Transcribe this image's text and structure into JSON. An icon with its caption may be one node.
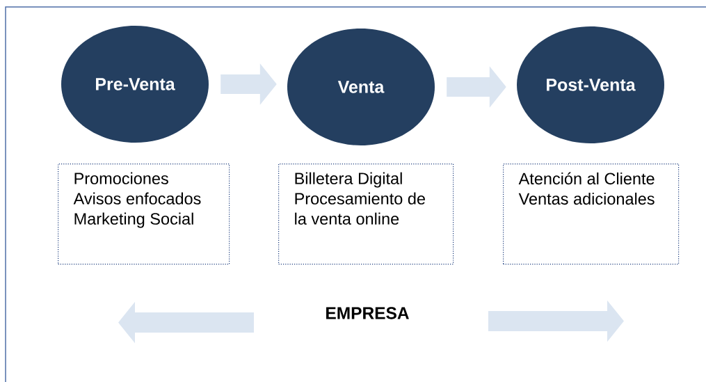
{
  "diagram": {
    "nodes": [
      {
        "text": [
          "Pre-Venta"
        ]
      },
      {
        "text": [
          "Venta"
        ]
      },
      {
        "text": [
          "Post-Venta"
        ]
      },
      {
        "text": [
          "Promociones",
          "Avisos enfocados",
          "Marketing Social"
        ]
      },
      {
        "text": [
          "Billetera Digital",
          "Procesamiento de la venta online"
        ]
      },
      {
        "text": [
          "Atención al Cliente",
          "Ventas adicionales"
        ]
      }
    ],
    "edges": [
      {
        "from": 0,
        "to": 1,
        "arrow": "to"
      },
      {
        "from": 1,
        "to": 2,
        "arrow": "to"
      }
    ],
    "labels": [
      "EMPRESA"
    ]
  }
}
